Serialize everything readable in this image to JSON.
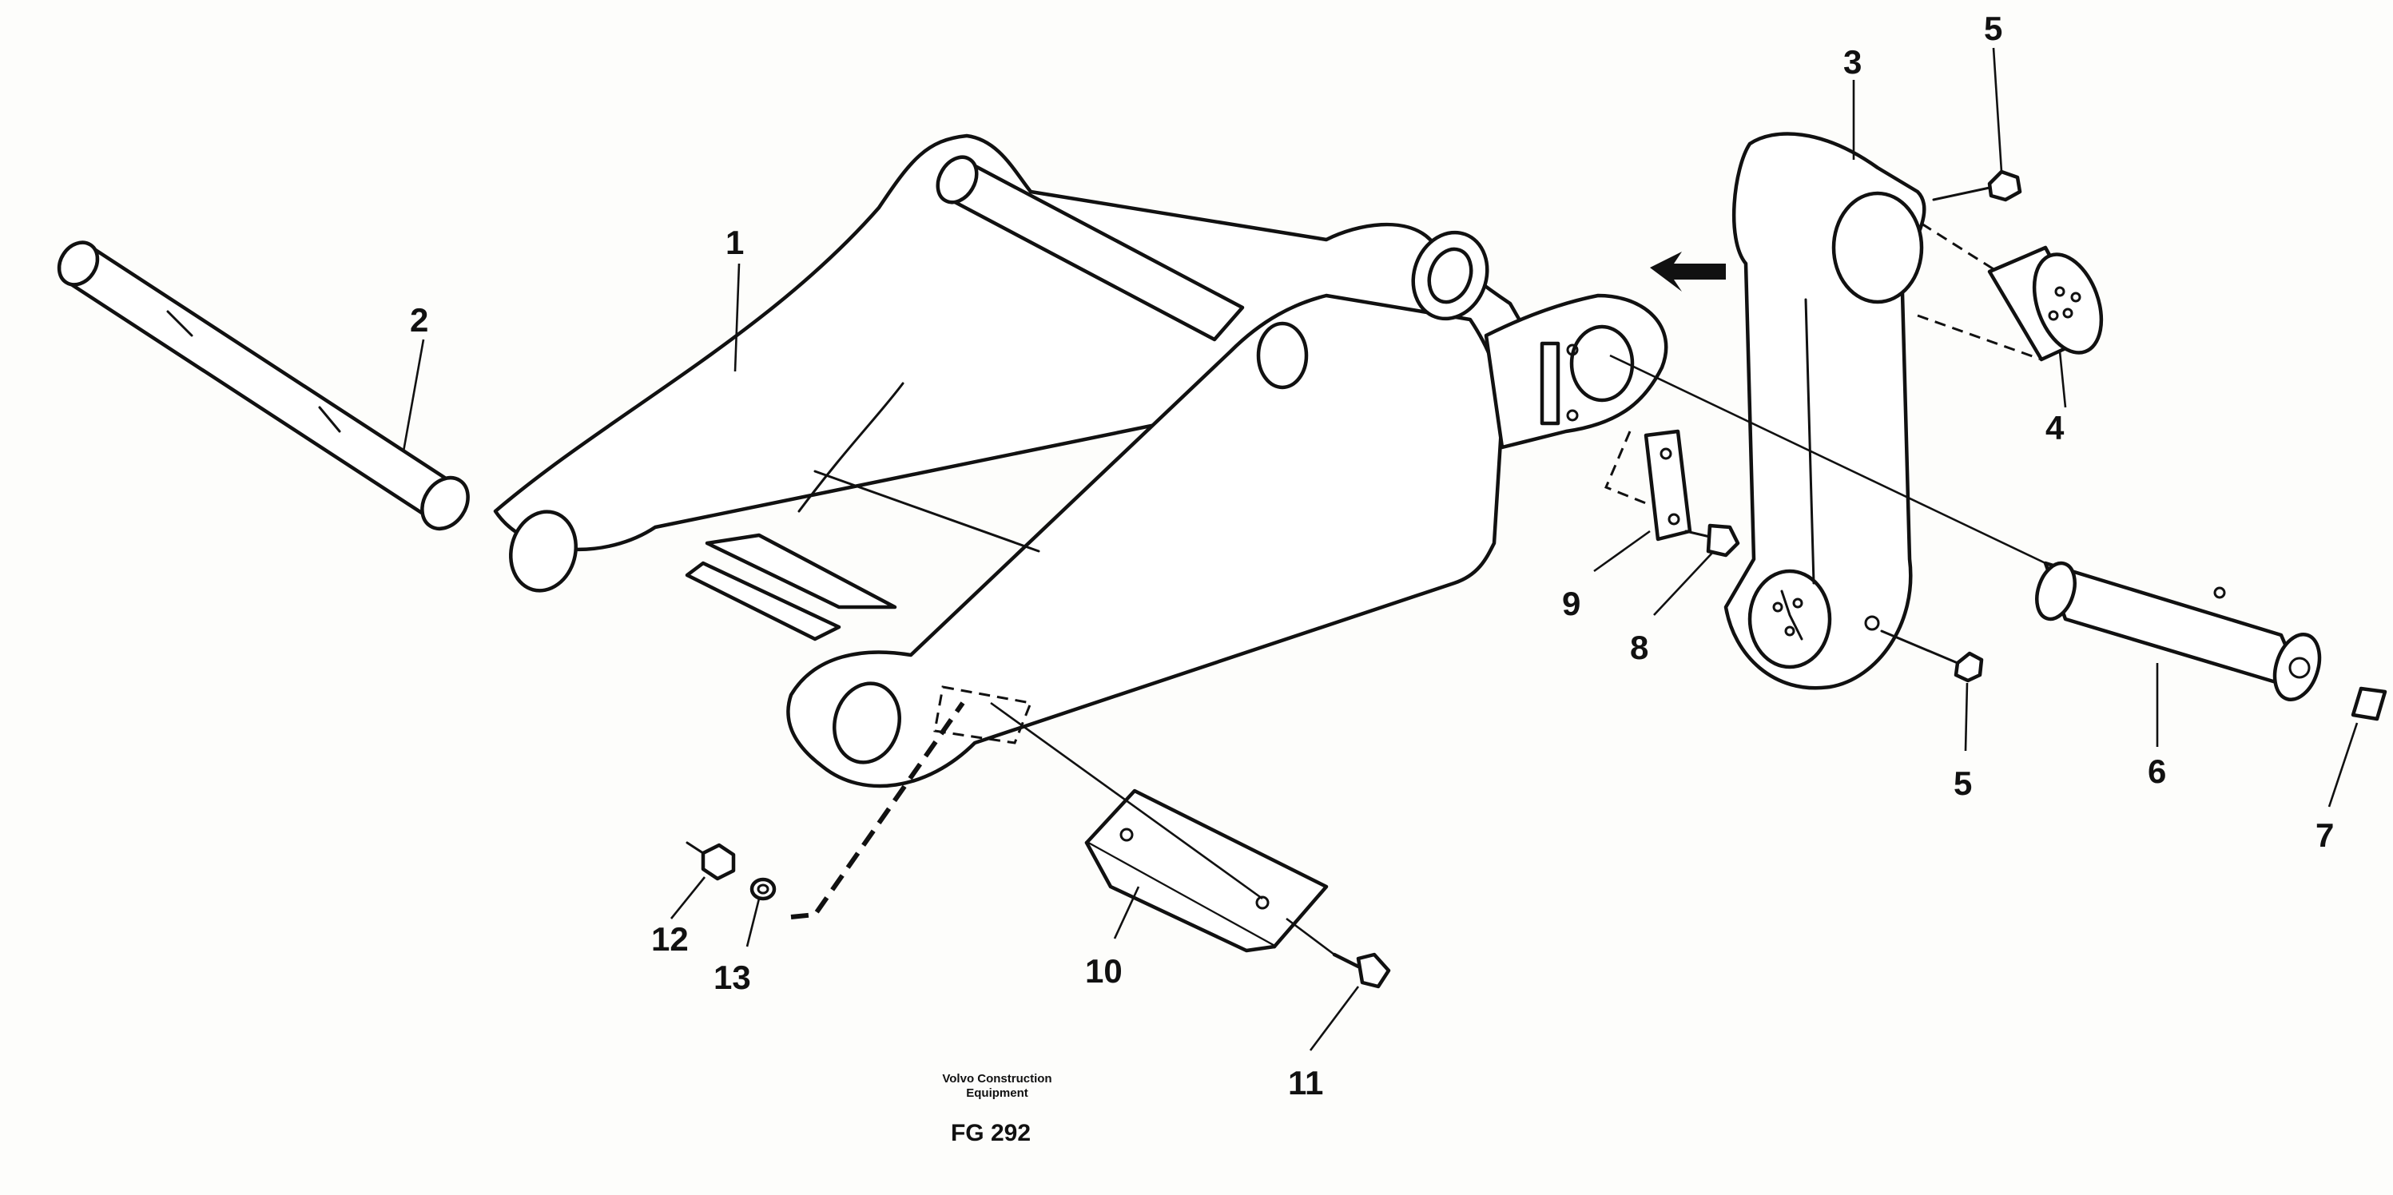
{
  "figure": {
    "publisher_line1": "Volvo Construction",
    "publisher_line2": "Equipment",
    "code": "FG 292"
  },
  "callouts": [
    {
      "id": "c1",
      "label": "1"
    },
    {
      "id": "c2",
      "label": "2"
    },
    {
      "id": "c3",
      "label": "3"
    },
    {
      "id": "c4",
      "label": "4"
    },
    {
      "id": "c5a",
      "label": "5"
    },
    {
      "id": "c5b",
      "label": "5"
    },
    {
      "id": "c6",
      "label": "6"
    },
    {
      "id": "c7",
      "label": "7"
    },
    {
      "id": "c8",
      "label": "8"
    },
    {
      "id": "c9",
      "label": "9"
    },
    {
      "id": "c10",
      "label": "10"
    },
    {
      "id": "c11",
      "label": "11"
    },
    {
      "id": "c12",
      "label": "12"
    },
    {
      "id": "c13",
      "label": "13"
    }
  ]
}
